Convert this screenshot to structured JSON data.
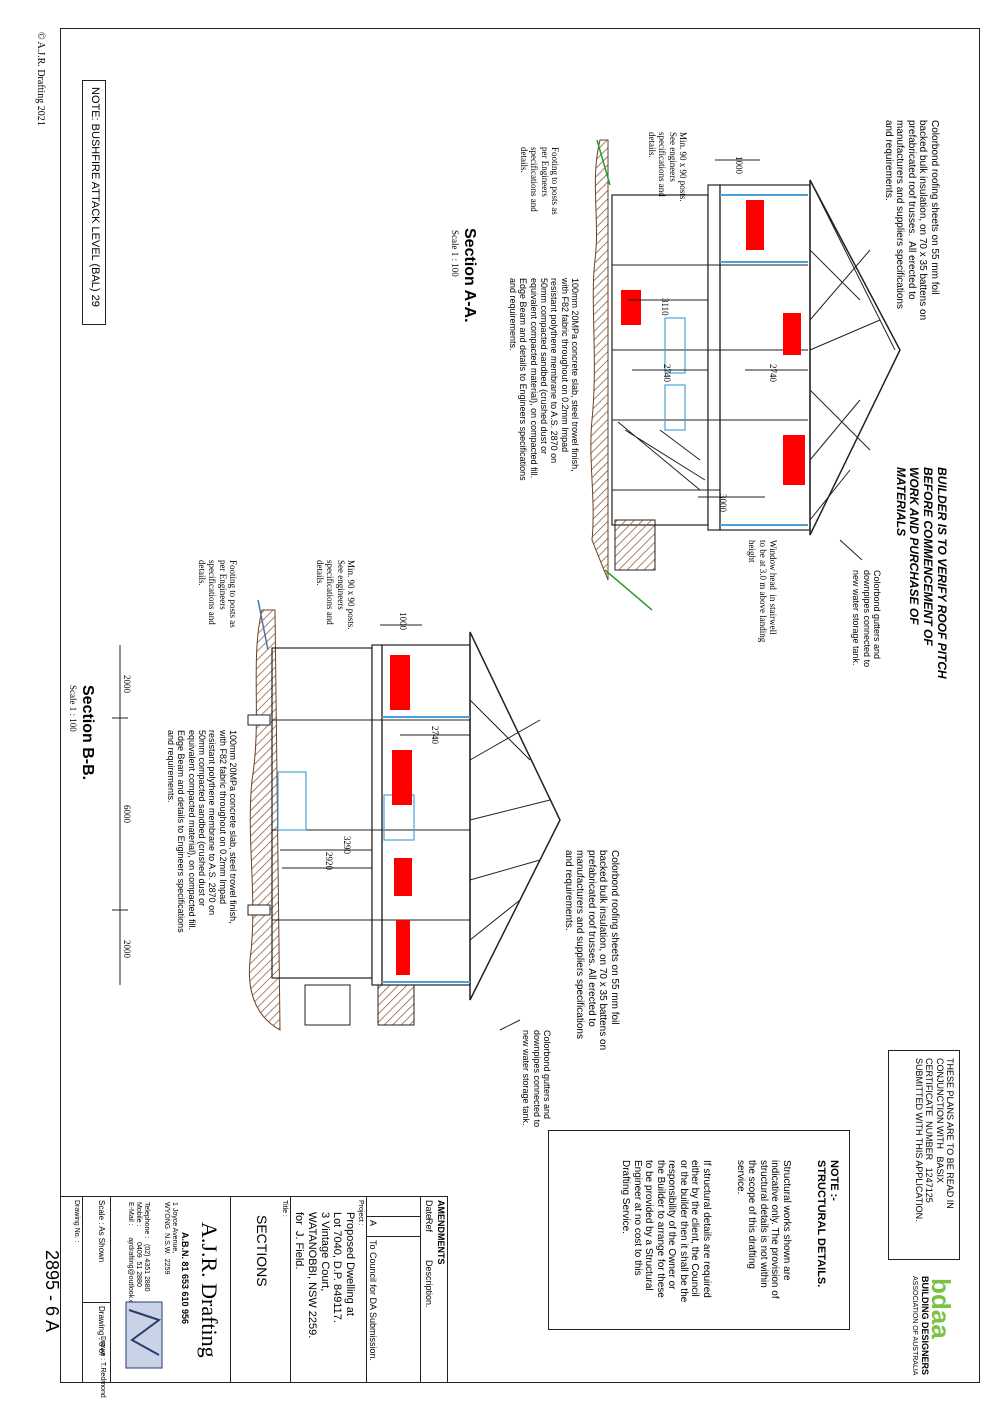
{
  "copyright": "© A.J.R. Drafting 2021",
  "bal_note": "NOTE: BUSHFIRE ATTACK LEVEL (BAL) 29",
  "section_a": {
    "title": "Section  A-A.",
    "scale": "Scale   1 : 100",
    "roof_note": "Colorbond roofing sheets on 55 mm foil\nbacked bulk insulation, on 70 x 35 battens on\nprefabricated roof trusses.  All erected to\nmanufacturers and suppliers specifications\nand requirements.",
    "posts_note": "Min. 90 x 90 posts.\nSee engineers\nspecifications and\ndetails.",
    "footing_note": "Footing to posts as\nper Engineers\nspecifications and\ndetails.",
    "slab_note": "100mm 20MPa concrete slab, steel trowel finish,\nwith F82 fabric throughout on 0.2mm Impad\nresistant polythene membrane to A.S. 2870 on\n50mm compacted sandbed (crushed dust or\nequivalent compacted material), on compacted fill.\nEdge Beam and details to Engineers specifications\nand requirements.",
    "verify_note": "BUILDER IS TO VERIFY ROOF PITCH\nBEFORE COMMENCEMENT OF\nWORK AND PURCHASE OF\nMATERIALS",
    "gutter_note": "Colorbond gutters and\ndownpipes connected to\nnew water storage tank.",
    "window_note": "Window head  in stairwell\nto be at 3.0 m above landing\nheight",
    "dims": {
      "d1000": "1000",
      "d3110": "3110",
      "d2740a": "2740",
      "d2740b": "2740",
      "d3000": "3000"
    }
  },
  "section_b": {
    "title": "Section  B-B.",
    "scale": "Scale   1 : 100",
    "posts_note": "Min. 90 x 90 posts.\nSee engineers\nspecifications and\ndetails.",
    "footing_note": "Footing to posts as\nper Engineers\nspecifications and\ndetails.",
    "slab_note": "100mm 20MPa concrete slab, steel trowel finish,\nwith F82 fabric throughout on 0.2mm Impad\nresistant polythene membrane to A.S. 2870 on\n50mm compacted sandbed (crushed dust or\nequivalent compacted material), on compacted fill.\nEdge Beam and details to Engineers specifications\nand requirements.",
    "roof_note": "Colorbond roofing sheets on 55 mm foil\nbacked bulk insulation, on 70 x 35 battens on\nprefabricated roof trusses. All erected to\nmanufacturers and suppliers specifications\nand requirements.",
    "gutter_note": "Colorbond gutters and\ndownpipes connected to\nnew water storage tank.",
    "dims": {
      "d1000": "1000",
      "d2740": "2740",
      "d3290": "3290",
      "d2920": "2920",
      "d2000a": "2000",
      "d6000": "6000",
      "d2000b": "2000"
    }
  },
  "basix_note": "THESE PLANS ARE TO BE READ IN\nCONJUNCTION WITH   BASIX\nCERTIFICATE  NUMBER   1247125\nSUBMITTED WITH THIS APPLICATION.",
  "bdaa": {
    "logo": "bdaa",
    "line1": "BUILDING DESIGNERS",
    "line2": "ASSOCIATION OF AUSTRALIA"
  },
  "structural": {
    "title": "NOTE :-\nSTRUCTURAL DETAILS.",
    "para1": "Structural works shown are\nindicative only. The provision of\nstructural details is not within\nthe scope of this drafting\nservice.",
    "para2": "If structural details are required\neither by the client, the Council\nor the builder then it shall be the\nresponsibility of the Owner or\nthe Builder to arrange for these\nto be provided by a Structural\nEngineer at no cost to this\nDrafting Service."
  },
  "title_block": {
    "amendments": "AMENDMENTS",
    "col_date": "Date",
    "col_ref": "Ref",
    "col_desc": "Description.",
    "row_ref": "A",
    "row_desc": "To Council for DA Submission.",
    "project_label": "Project :",
    "project": "Proposed Dwelling at\nLot 7040, D.P. 849117.\n3 Vintage Court,\nWATANOBBI, NSW 2259.\nfor  J. Field.",
    "title_label": "Title :",
    "title": "SECTIONS",
    "firm": "A.J.R. Drafting",
    "abn": "A.B.N. 81 653 610 956",
    "address": "1 Joyce Avenue,\nWYONG  N.S.W.  2259",
    "contact": "Telephone :   (02) 4351 2880\nMobile :        0409  51 2880\nE-Mail :      ajrdrafting@outlook.com",
    "scale": "Scale : As Shown",
    "drawing": "Drawing :   6 of",
    "drawn": "Drawn : T.Redmond",
    "drawing_no_label": "Drawing No. :",
    "drawing_no": "2895 - 6 A"
  }
}
